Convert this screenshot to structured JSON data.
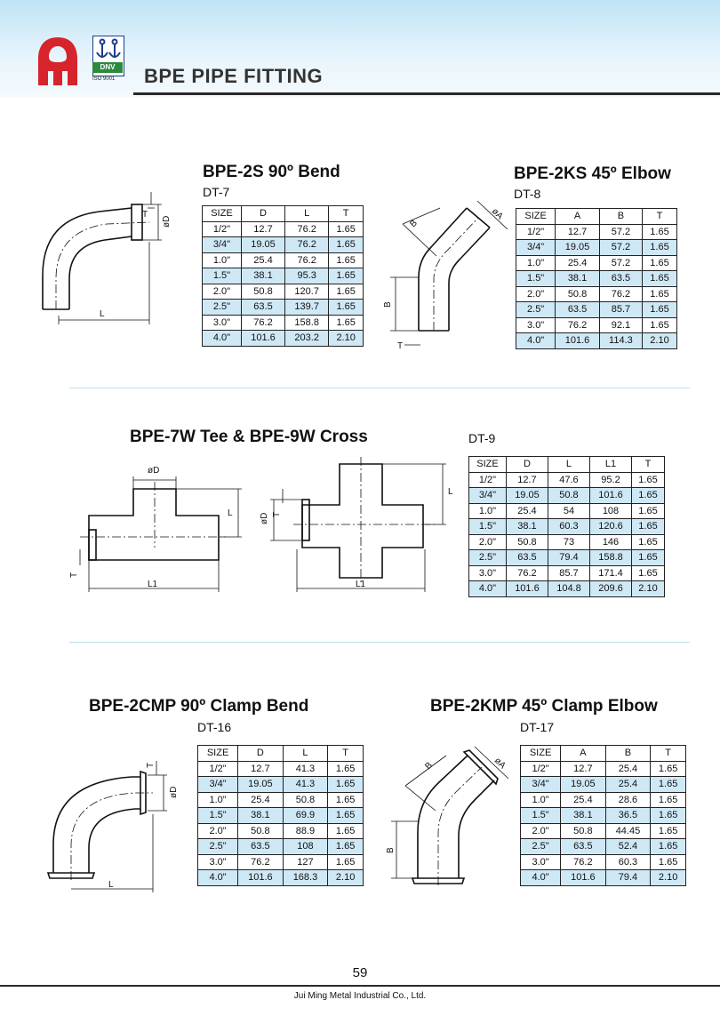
{
  "header": {
    "title": "BPE PIPE FITTING",
    "cert_name": "DNV",
    "cert_standard": "ISO 9001",
    "brand_color": "#d7232b"
  },
  "sections": [
    {
      "title": "BPE-2S 90º Bend",
      "code": "DT-7",
      "headers": [
        "SIZE",
        "D",
        "L",
        "T"
      ],
      "rows": [
        [
          "1/2\"",
          "12.7",
          "76.2",
          "1.65"
        ],
        [
          "3/4\"",
          "19.05",
          "76.2",
          "1.65"
        ],
        [
          "1.0\"",
          "25.4",
          "76.2",
          "1.65"
        ],
        [
          "1.5\"",
          "38.1",
          "95.3",
          "1.65"
        ],
        [
          "2.0\"",
          "50.8",
          "120.7",
          "1.65"
        ],
        [
          "2.5\"",
          "63.5",
          "139.7",
          "1.65"
        ],
        [
          "3.0\"",
          "76.2",
          "158.8",
          "1.65"
        ],
        [
          "4.0\"",
          "101.6",
          "203.2",
          "2.10"
        ]
      ]
    },
    {
      "title": "BPE-2KS 45º Elbow",
      "code": "DT-8",
      "headers": [
        "SIZE",
        "A",
        "B",
        "T"
      ],
      "rows": [
        [
          "1/2\"",
          "12.7",
          "57.2",
          "1.65"
        ],
        [
          "3/4\"",
          "19.05",
          "57.2",
          "1.65"
        ],
        [
          "1.0\"",
          "25.4",
          "57.2",
          "1.65"
        ],
        [
          "1.5\"",
          "38.1",
          "63.5",
          "1.65"
        ],
        [
          "2.0\"",
          "50.8",
          "76.2",
          "1.65"
        ],
        [
          "2.5\"",
          "63.5",
          "85.7",
          "1.65"
        ],
        [
          "3.0\"",
          "76.2",
          "92.1",
          "1.65"
        ],
        [
          "4.0\"",
          "101.6",
          "114.3",
          "2.10"
        ]
      ]
    },
    {
      "title": "BPE-7W Tee & BPE-9W Cross",
      "code": "DT-9",
      "headers": [
        "SIZE",
        "D",
        "L",
        "L1",
        "T"
      ],
      "rows": [
        [
          "1/2\"",
          "12.7",
          "47.6",
          "95.2",
          "1.65"
        ],
        [
          "3/4\"",
          "19.05",
          "50.8",
          "101.6",
          "1.65"
        ],
        [
          "1.0\"",
          "25.4",
          "54",
          "108",
          "1.65"
        ],
        [
          "1.5\"",
          "38.1",
          "60.3",
          "120.6",
          "1.65"
        ],
        [
          "2.0\"",
          "50.8",
          "73",
          "146",
          "1.65"
        ],
        [
          "2.5\"",
          "63.5",
          "79.4",
          "158.8",
          "1.65"
        ],
        [
          "3.0\"",
          "76.2",
          "85.7",
          "171.4",
          "1.65"
        ],
        [
          "4.0\"",
          "101.6",
          "104.8",
          "209.6",
          "2.10"
        ]
      ]
    },
    {
      "title": "BPE-2CMP 90º Clamp Bend",
      "code": "DT-16",
      "headers": [
        "SIZE",
        "D",
        "L",
        "T"
      ],
      "rows": [
        [
          "1/2\"",
          "12.7",
          "41.3",
          "1.65"
        ],
        [
          "3/4\"",
          "19.05",
          "41.3",
          "1.65"
        ],
        [
          "1.0\"",
          "25.4",
          "50.8",
          "1.65"
        ],
        [
          "1.5\"",
          "38.1",
          "69.9",
          "1.65"
        ],
        [
          "2.0\"",
          "50.8",
          "88.9",
          "1.65"
        ],
        [
          "2.5\"",
          "63.5",
          "108",
          "1.65"
        ],
        [
          "3.0\"",
          "76.2",
          "127",
          "1.65"
        ],
        [
          "4.0\"",
          "101.6",
          "168.3",
          "2.10"
        ]
      ]
    },
    {
      "title": "BPE-2KMP 45º Clamp Elbow",
      "code": "DT-17",
      "headers": [
        "SIZE",
        "A",
        "B",
        "T"
      ],
      "rows": [
        [
          "1/2\"",
          "12.7",
          "25.4",
          "1.65"
        ],
        [
          "3/4\"",
          "19.05",
          "25.4",
          "1.65"
        ],
        [
          "1.0\"",
          "25.4",
          "28.6",
          "1.65"
        ],
        [
          "1.5\"",
          "38.1",
          "36.5",
          "1.65"
        ],
        [
          "2.0\"",
          "50.8",
          "44.45",
          "1.65"
        ],
        [
          "2.5\"",
          "63.5",
          "52.4",
          "1.65"
        ],
        [
          "3.0\"",
          "76.2",
          "60.3",
          "1.65"
        ],
        [
          "4.0\"",
          "101.6",
          "79.4",
          "2.10"
        ]
      ]
    }
  ],
  "dimension_labels": {
    "bend90": [
      "T",
      "øD",
      "L"
    ],
    "elbow45": [
      "B",
      "øA",
      "B",
      "T"
    ],
    "tee": [
      "øD",
      "L",
      "T",
      "L1"
    ],
    "cross": [
      "øD",
      "T",
      "L",
      "L1"
    ],
    "clamp_bend": [
      "T",
      "øD",
      "L"
    ],
    "clamp_elbow": [
      "B",
      "øA",
      "B"
    ]
  },
  "footer": {
    "page_number": "59",
    "company": "Jui Ming Metal Industrial Co., Ltd."
  }
}
